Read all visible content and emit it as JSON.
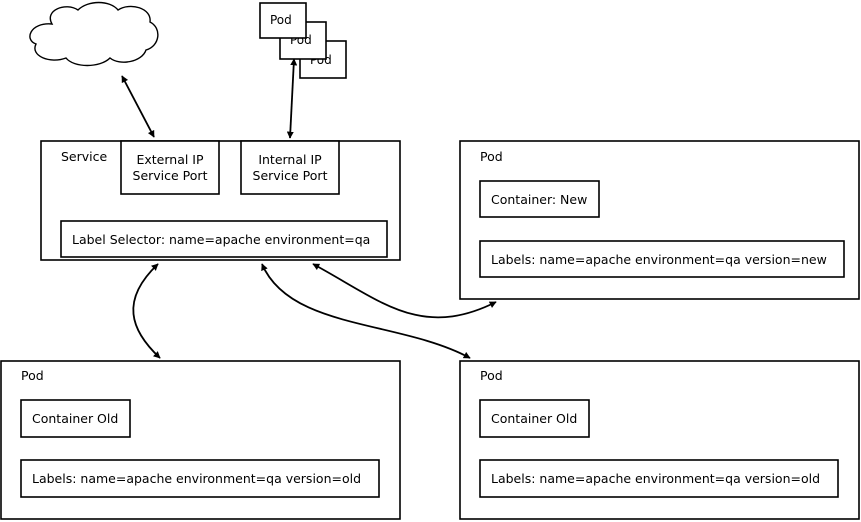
{
  "pod_stack": {
    "labels": [
      "Pod",
      "Pod",
      "Pod"
    ]
  },
  "service": {
    "title": "Service",
    "external": {
      "line1": "External IP",
      "line2": "Service Port"
    },
    "internal": {
      "line1": "Internal IP",
      "line2": "Service Port"
    },
    "selector": "Label Selector: name=apache environment=qa"
  },
  "pod_new": {
    "title": "Pod",
    "container": "Container: New",
    "labels": "Labels: name=apache environment=qa version=new"
  },
  "pod_old_left": {
    "title": "Pod",
    "container": "Container Old",
    "labels": "Labels: name=apache environment=qa version=old"
  },
  "pod_old_right": {
    "title": "Pod",
    "container": "Container Old",
    "labels": "Labels: name=apache environment=qa version=old"
  },
  "colors": {
    "stroke": "#000000",
    "background": "#ffffff"
  },
  "icons": {
    "cloud": "cloud-icon"
  }
}
